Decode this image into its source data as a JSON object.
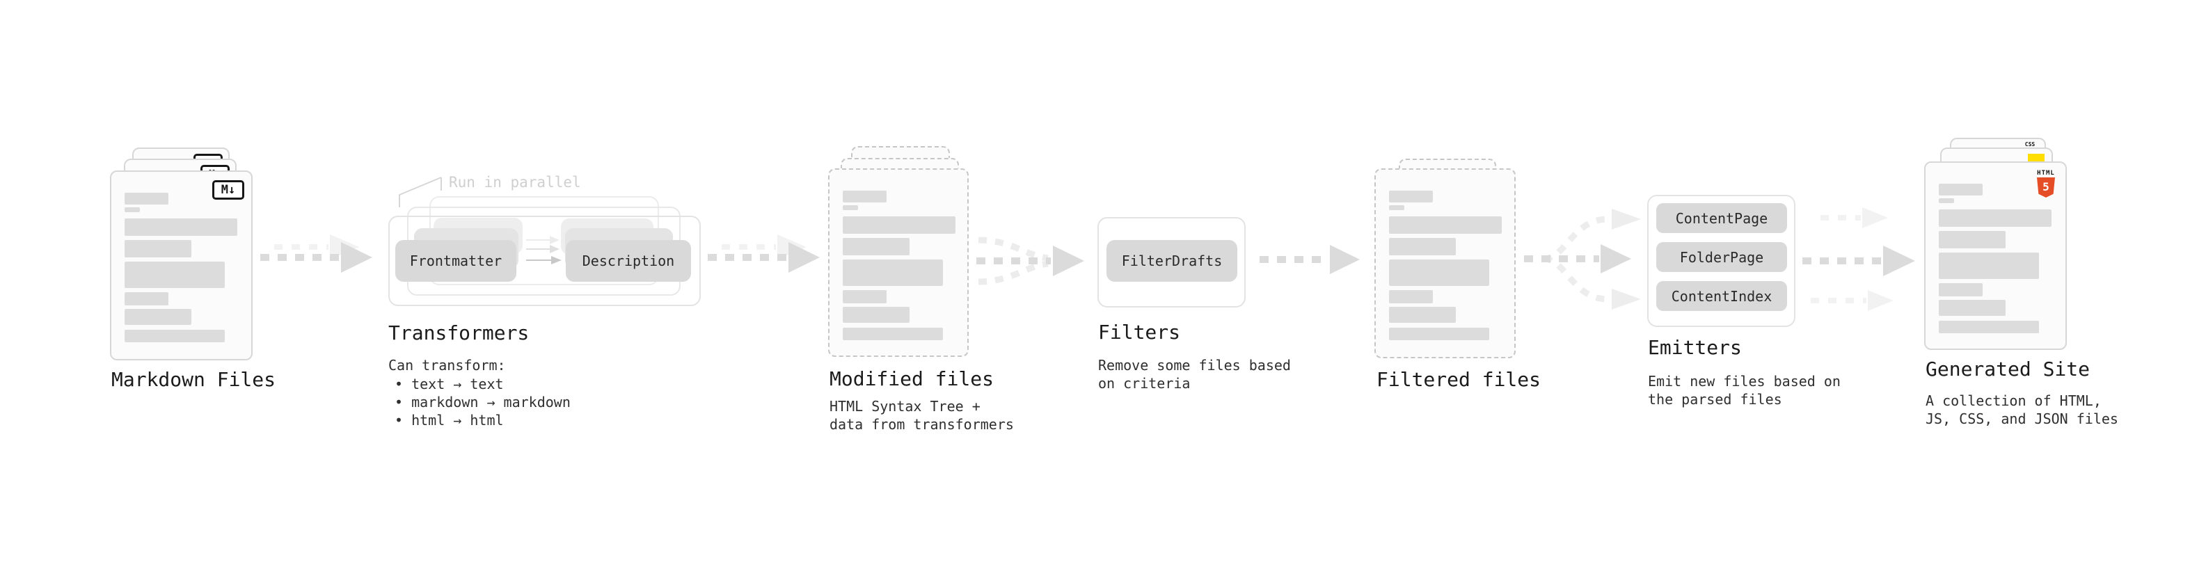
{
  "nodes": {
    "markdown": {
      "title": "Markdown Files"
    },
    "transformers": {
      "title": "Transformers",
      "note": "Run in parallel",
      "buttons": {
        "frontmatter": "Frontmatter",
        "description": "Description"
      },
      "desc": "Can transform:",
      "bullets": [
        "• text → text",
        "• markdown → markdown",
        "• html → html"
      ]
    },
    "modified": {
      "title": "Modified files",
      "desc_line1": "HTML Syntax Tree +",
      "desc_line2": "data from transformers"
    },
    "filters": {
      "title": "Filters",
      "button": "FilterDrafts",
      "desc_line1": "Remove some files based",
      "desc_line2": "on criteria"
    },
    "filtered": {
      "title": "Filtered files"
    },
    "emitters": {
      "title": "Emitters",
      "buttons": [
        "ContentPage",
        "FolderPage",
        "ContentIndex"
      ],
      "desc_line1": "Emit new files based on",
      "desc_line2": "the parsed files"
    },
    "generated": {
      "title": "Generated Site",
      "desc_line1": "A collection of HTML,",
      "desc_line2": "JS, CSS, and JSON files"
    }
  },
  "icons": {
    "markdown_badge": "M↓",
    "html5_label": "HTML",
    "html5_number": "5",
    "css_label": "CSS"
  },
  "colors": {
    "accent_orange": "#e44d26",
    "accent_yellow": "#ffde00",
    "accent_blue": "#2d63e8",
    "arrow_main": "#dbdbdb",
    "arrow_ghost": "#f2f2f2"
  }
}
